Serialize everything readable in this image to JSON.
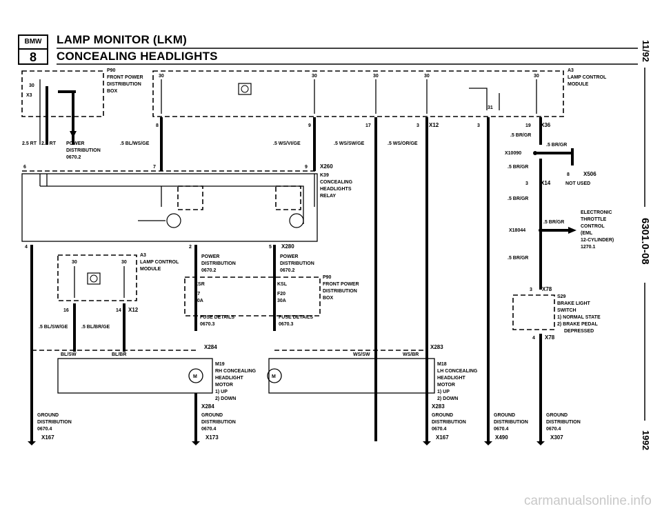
{
  "header": {
    "logo_top": "BMW",
    "logo_num": "8",
    "title": "LAMP MONITOR (LKM)",
    "subtitle": "CONCEALING HEADLIGHTS"
  },
  "side": {
    "date_top": "11/92",
    "code": "6301.0-08",
    "year": "1992"
  },
  "watermark": "carmanualsonline.info",
  "labels": {
    "p90_id": "P90",
    "p90_name1": "FRONT POWER",
    "p90_name2": "DISTRIBUTION",
    "p90_name3": "BOX",
    "a3_id": "A3",
    "a3_name1": "LAMP CONTROL",
    "a3_name2": "MODULE",
    "pin30": "30",
    "x3": "X3",
    "pin31": "31",
    "pin8": "8",
    "pin9": "9",
    "pin17": "17",
    "pin3": "3",
    "x12": "X12",
    "pin19": "19",
    "x36": "X36",
    "rt25a": "2.5 RT",
    "rt25b": "2.5 RT",
    "power": "POWER",
    "distribution": "DISTRIBUTION",
    "d06702": "0670.2",
    "w_bluwsge": ".5 BL/WS/GE",
    "w_wsvige": ".5 WS/VI/GE",
    "w_wssw": ".5 WS/SW/GE",
    "w_wsorge": ".5 WS/OR/GE",
    "w_brgr1": ".5 BR/GR",
    "w_brgr2": ".5 BR/GR",
    "x10090": "X10090",
    "w_brgr3": ".5 BR/GR",
    "pin8b": "8",
    "x506": "X506",
    "not_used": "NOT USED",
    "pin3b": "3",
    "x14": "X14",
    "w_brgr4": ".5 BR/GR",
    "x260": "X260",
    "k39": "K39",
    "concealing": "CONCEALING",
    "headlights": "HEADLIGHTS",
    "relay": "RELAY",
    "pin7": "7",
    "pin6": "6",
    "pin9b": "9",
    "etc1": "ELECTRONIC",
    "etc2": "THROTTLE",
    "etc3": "CONTROL",
    "etc4": "(EML",
    "etc5": "12-CYLINDER)",
    "etc6": "1270.1",
    "x18044": "X18044",
    "w_brgr5": ".5 BR/GR",
    "w_brgr6": ".5 BR/GR",
    "pin4": "4",
    "pin2": "2",
    "pin5": "5",
    "x280": "X280",
    "a3b_id": "A3",
    "a3b_name1": "LAMP CONTROL",
    "a3b_name2": "MODULE",
    "pd_power": "POWER",
    "pd_dist": "DISTRIBUTION",
    "pd_06702": "0670.2",
    "pd_power2": "POWER",
    "pd_dist2": "DISTRIBUTION",
    "pd_067022": "0670.2",
    "ksr": "KSR",
    "ksl": "KSL",
    "f7": "F7",
    "f20": "F20",
    "a30a": "30A",
    "a30b": "30A",
    "p90b": "P90",
    "p90b_1": "FRONT POWER",
    "p90b_2": "DISTRIBUTION",
    "p90b_3": "BOX",
    "fuse1": "FUSE DETAILS",
    "fuse1b": "0670.3",
    "fuse2": "FUSE DETAILS",
    "fuse2b": "0670.3",
    "pin16": "16",
    "pin14": "14",
    "x12b": "X12",
    "x78": "X78",
    "s29": "S29",
    "bl1": "BRAKE LIGHT",
    "bl2": "SWITCH",
    "bl3": "1) NORMAL STATE",
    "bl4": "2) BRAKE PEDAL",
    "bl5": "DEPRESSED",
    "pin4b": "4",
    "x78b": "X78",
    "w_bluswge": ".5 BL/SW/GE",
    "w_blbrge": ".5 BL/BR/GE",
    "blsw": "BL/SW",
    "blbr": "BL/BR",
    "x284": "X284",
    "wssw": "WS/SW",
    "wsbr": "WS/BR",
    "x283": "X283",
    "m19": "M19",
    "m19_1": "RH CONCEALING",
    "m19_2": "HEADLIGHT",
    "m19_3": "MOTOR",
    "m19_4": "1) UP",
    "m19_5": "2) DOWN",
    "m18": "M18",
    "m18_1": "LH CONCEALING",
    "m18_2": "HEADLIGHT",
    "m18_3": "MOTOR",
    "m18_4": "1) UP",
    "m18_5": "2) DOWN",
    "x284b": "X284",
    "x283b": "X283",
    "gnd": "GROUND",
    "gnd_d": "DISTRIBUTION",
    "gnd_n": "0670.4",
    "x167": "X167",
    "x173": "X173",
    "x167b": "X167",
    "x490": "X490",
    "x307": "X307"
  }
}
